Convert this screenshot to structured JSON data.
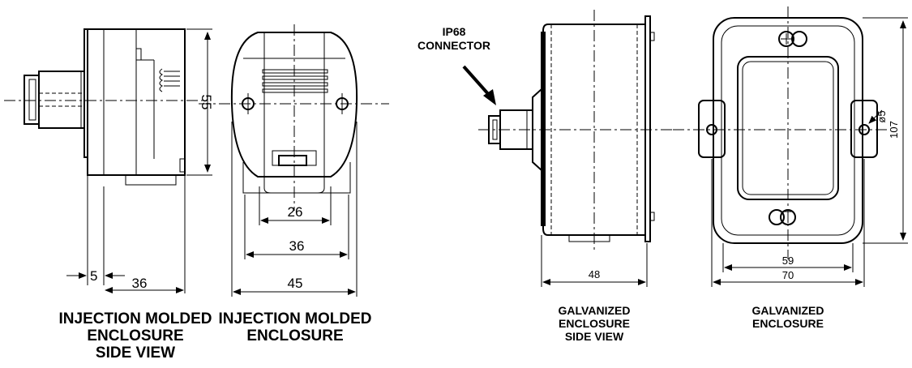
{
  "callout": {
    "line1": "IP68",
    "line2": "CONNECTOR"
  },
  "captions": {
    "molded_side": [
      "INJECTION MOLDED",
      "ENCLOSURE",
      "SIDE VIEW"
    ],
    "molded_front": [
      "INJECTION MOLDED",
      "ENCLOSURE"
    ],
    "galv_side": [
      "GALVANIZED",
      "ENCLOSURE",
      "SIDE VIEW"
    ],
    "galv_front": [
      "GALVANIZED",
      "ENCLOSURE"
    ]
  },
  "dimensions": {
    "molded_side_height": "55",
    "molded_side_offset": "5",
    "molded_side_depth": "36",
    "molded_front_inner": "26",
    "molded_front_mid": "36",
    "molded_front_width": "45",
    "galv_side_depth": "48",
    "galv_front_hole": "ø5",
    "galv_front_height": "107",
    "galv_front_inner": "59",
    "galv_front_width": "70"
  }
}
